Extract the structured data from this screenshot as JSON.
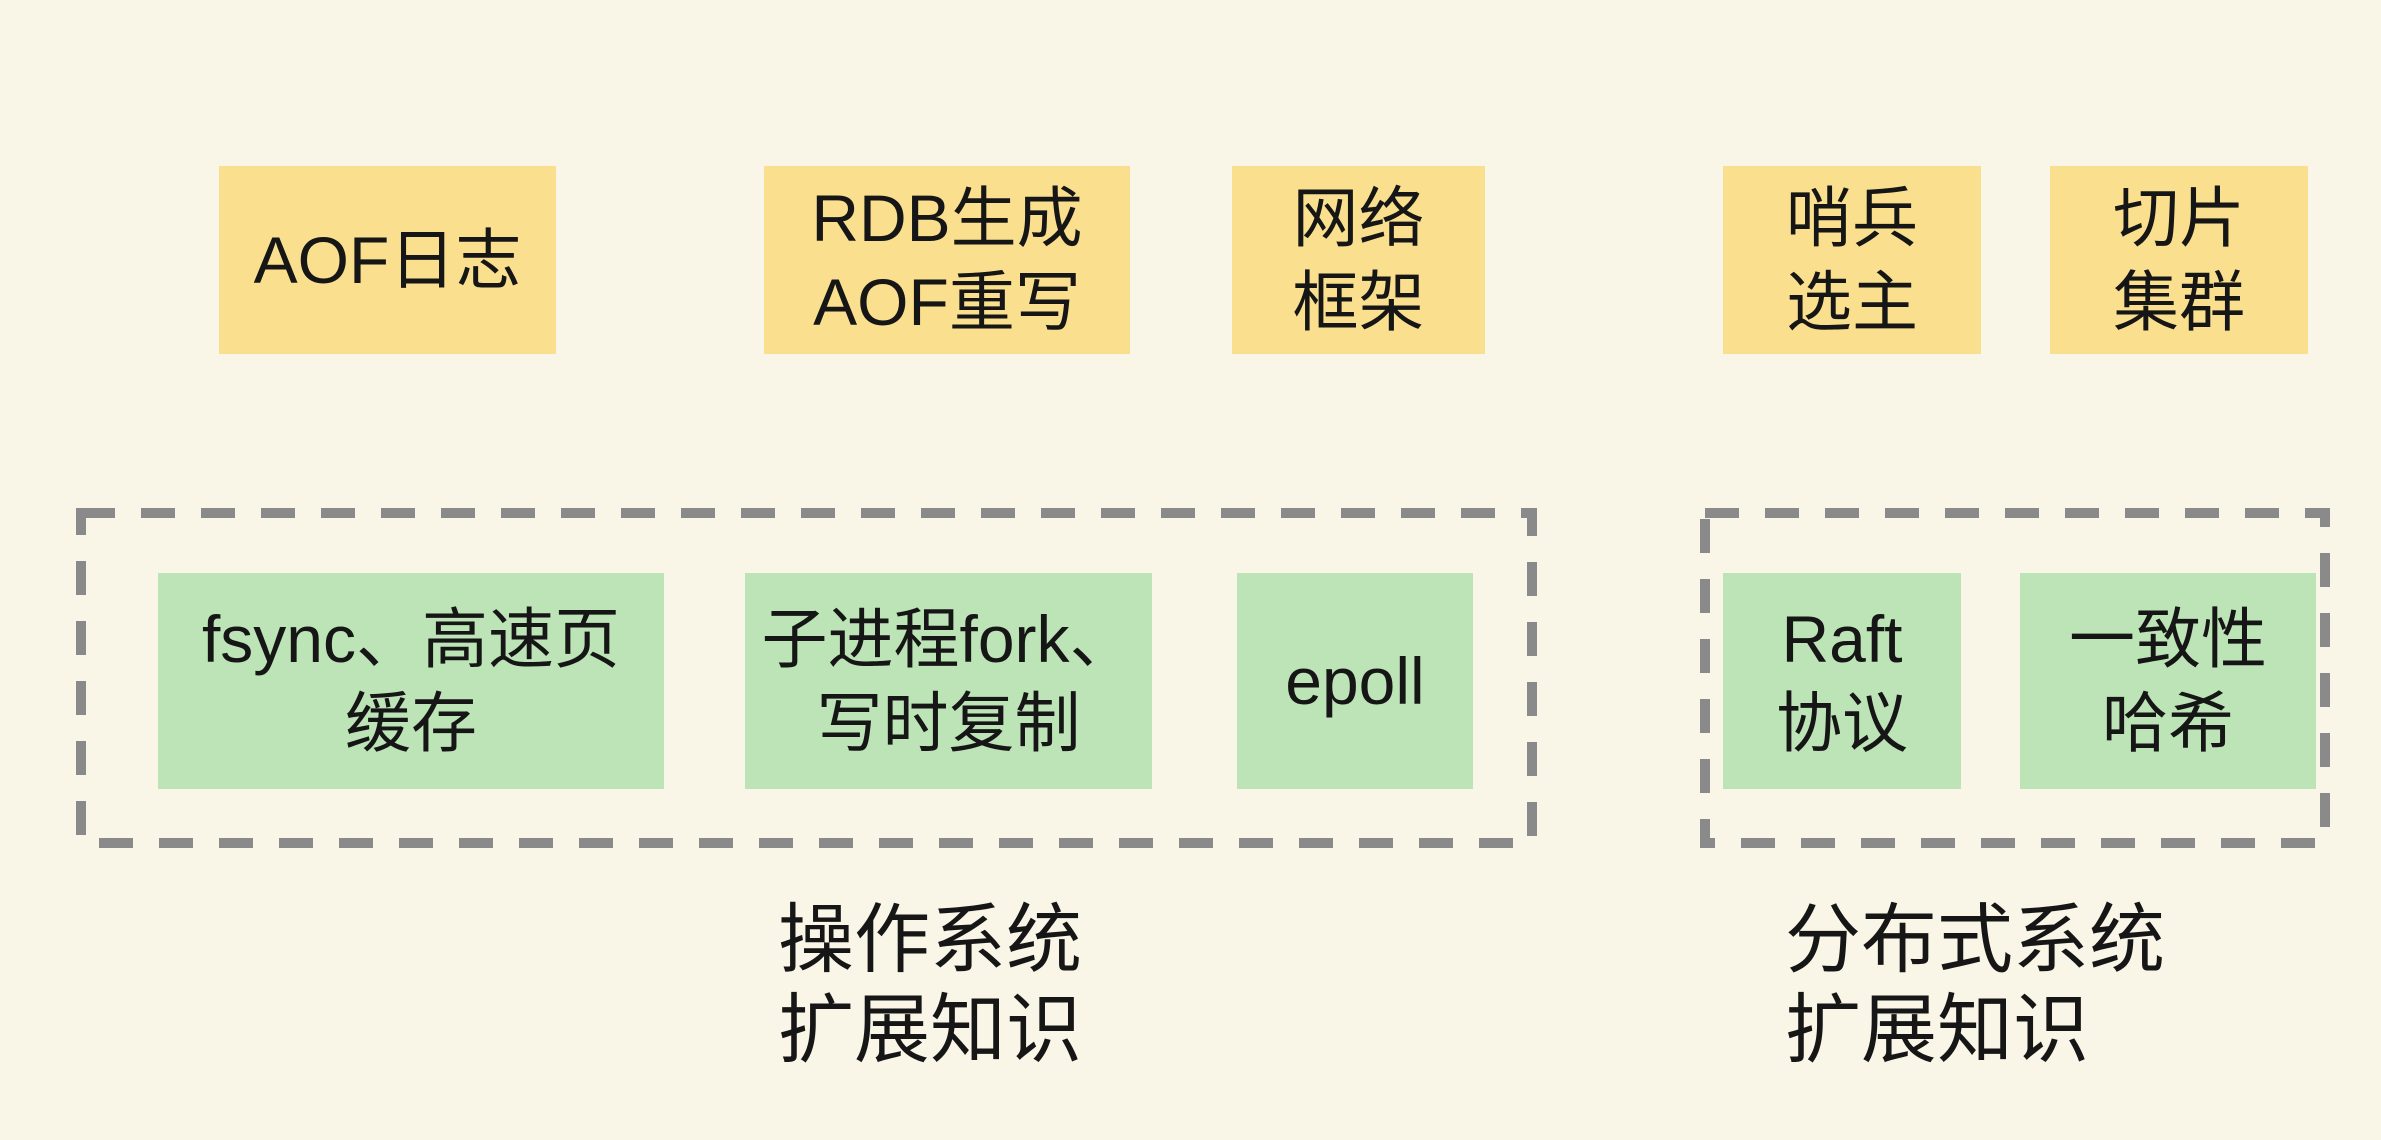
{
  "diagram": {
    "top_boxes": [
      {
        "lines": [
          "AOF日志"
        ]
      },
      {
        "lines": [
          "RDB生成",
          "AOF重写"
        ]
      },
      {
        "lines": [
          "网络",
          "框架"
        ]
      },
      {
        "lines": [
          "哨兵",
          "选主"
        ]
      },
      {
        "lines": [
          "切片",
          "集群"
        ]
      }
    ],
    "groups": [
      {
        "caption_lines": [
          "操作系统",
          "扩展知识"
        ],
        "boxes": [
          {
            "lines": [
              "fsync、高速页",
              "缓存"
            ]
          },
          {
            "lines": [
              "子进程fork、",
              "写时复制"
            ]
          },
          {
            "lines": [
              "epoll"
            ]
          }
        ]
      },
      {
        "caption_lines": [
          "分布式系统",
          "扩展知识"
        ],
        "boxes": [
          {
            "lines": [
              "Raft",
              "协议"
            ]
          },
          {
            "lines": [
              "一致性",
              "哈希"
            ]
          }
        ]
      }
    ],
    "colors": {
      "background": "#F9F6E7",
      "topic_fill": "#FAE08E",
      "detail_fill": "#BCE4B6",
      "dash_stroke": "#8A8A8A",
      "text": "#161616"
    }
  }
}
